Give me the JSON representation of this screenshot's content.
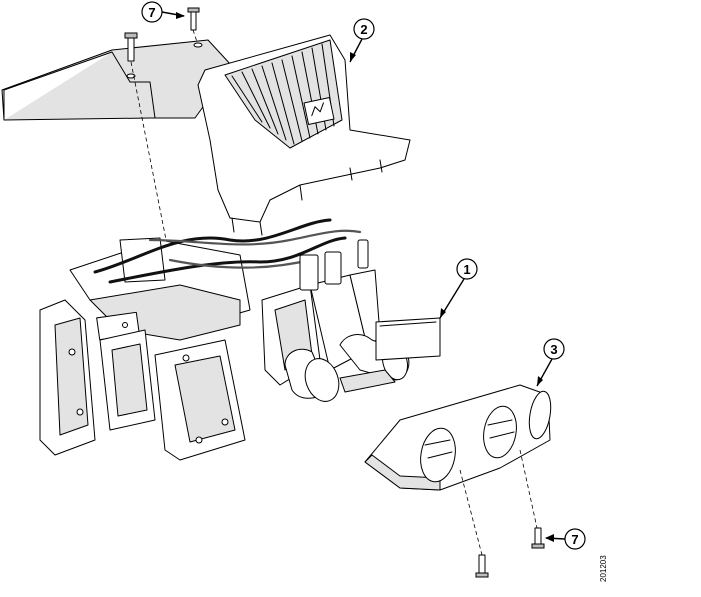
{
  "figure_id": "201203",
  "callouts": [
    {
      "label": "1"
    },
    {
      "label": "2"
    },
    {
      "label": "3"
    },
    {
      "label": "7"
    },
    {
      "label": "7"
    }
  ]
}
